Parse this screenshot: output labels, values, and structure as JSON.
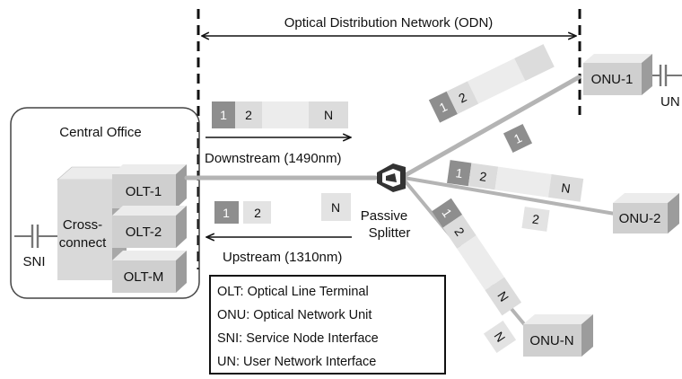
{
  "odn_label": "Optical Distribution Network (ODN)",
  "central_office": "Central Office",
  "cross_connect": [
    "Cross-",
    "connect"
  ],
  "sni": "SNI",
  "olts": [
    "OLT-1",
    "OLT-2",
    "OLT-M"
  ],
  "downstream": "Downstream (1490nm)",
  "upstream": "Upstream (1310nm)",
  "splitter": [
    "Passive",
    "Splitter"
  ],
  "onus": [
    "ONU-1",
    "ONU-2",
    "ONU-N"
  ],
  "un_partial": "UN",
  "packets": {
    "one": "1",
    "two": "2",
    "n": "N"
  },
  "legend": [
    "OLT: Optical Line Terminal",
    "ONU: Optical Network Unit",
    "SNI: Service Node Interface",
    "UN: User Network Interface"
  ],
  "colors": {
    "fiber": "#b4b4b4",
    "box_front": "#cfcfcf",
    "box_side": "#9c9c9c",
    "box_top": "#ececec",
    "packet_dark": "#8e8e8e",
    "packet_light": "#dcdcdc",
    "packet_faint": "#ececec"
  }
}
